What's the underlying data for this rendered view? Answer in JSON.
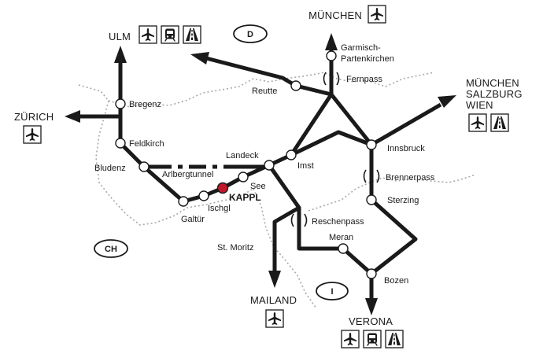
{
  "map": {
    "countries": {
      "d": "D",
      "ch": "CH",
      "i": "I"
    },
    "destinations": {
      "muenchen": "MÜNCHEN",
      "ulm": "ULM",
      "zuerich": "ZÜRICH",
      "muenchen_salzburg_wien": [
        "MÜNCHEN",
        "SALZBURG",
        "WIEN"
      ],
      "mailand": "MAILAND",
      "verona": "VERONA"
    },
    "places": {
      "garmisch": [
        "Garmisch-",
        "Partenkirchen"
      ],
      "fernpass": "Fernpass",
      "reutte": "Reutte",
      "bregenz": "Bregenz",
      "feldkirch": "Feldkirch",
      "bludenz": "Bludenz",
      "arlbergtunnel": "Arlbergtunnel",
      "landeck": "Landeck",
      "imst": "Imst",
      "innsbruck": "Innsbruck",
      "see": "See",
      "kappl": "KAPPL",
      "ischgl": "Ischgl",
      "galtuer": "Galtür",
      "brennerpass": "Brennerpass",
      "sterzing": "Sterzing",
      "reschenpass": "Reschenpass",
      "st_moritz": "St. Moritz",
      "meran": "Meran",
      "bozen": "Bozen"
    },
    "colors": {
      "highlight": "#c0182b",
      "road": "#1a1a1a",
      "border": "#a8a8a8"
    },
    "icons": [
      "airplane-icon",
      "train-icon",
      "motorway-icon"
    ]
  }
}
